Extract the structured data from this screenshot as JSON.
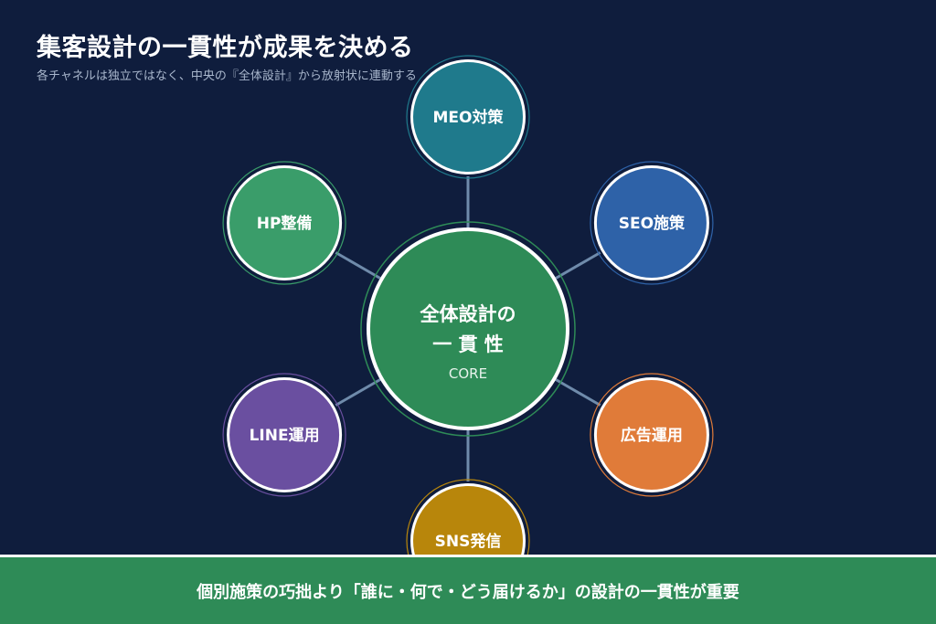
{
  "header": {
    "title": "集客設計の一貫性が成果を決める",
    "subtitle": "各チャネルは独立ではなく、中央の『全体設計』から放射状に連動する"
  },
  "core": {
    "line1": "全体設計の",
    "line2": "一 貫 性",
    "sub": "CORE",
    "color": "#2e8b57"
  },
  "channels": [
    {
      "label": "MEO対策",
      "color": "#1f7a8c"
    },
    {
      "label": "SEO施策",
      "color": "#2e62a8"
    },
    {
      "label": "広告運用",
      "color": "#e07b39"
    },
    {
      "label": "SNS発信",
      "color": "#b8860b"
    },
    {
      "label": "LINE運用",
      "color": "#6a4fa0"
    },
    {
      "label": "HP整備",
      "color": "#3a9d6a"
    }
  ],
  "footer": {
    "text": "個別施策の巧拙より「誰に・何で・どう届けるか」の設計の一貫性が重要"
  },
  "colors": {
    "background": "#0f1d3d",
    "connector": "#6f8bab",
    "footer_bg": "#2e8b57"
  }
}
